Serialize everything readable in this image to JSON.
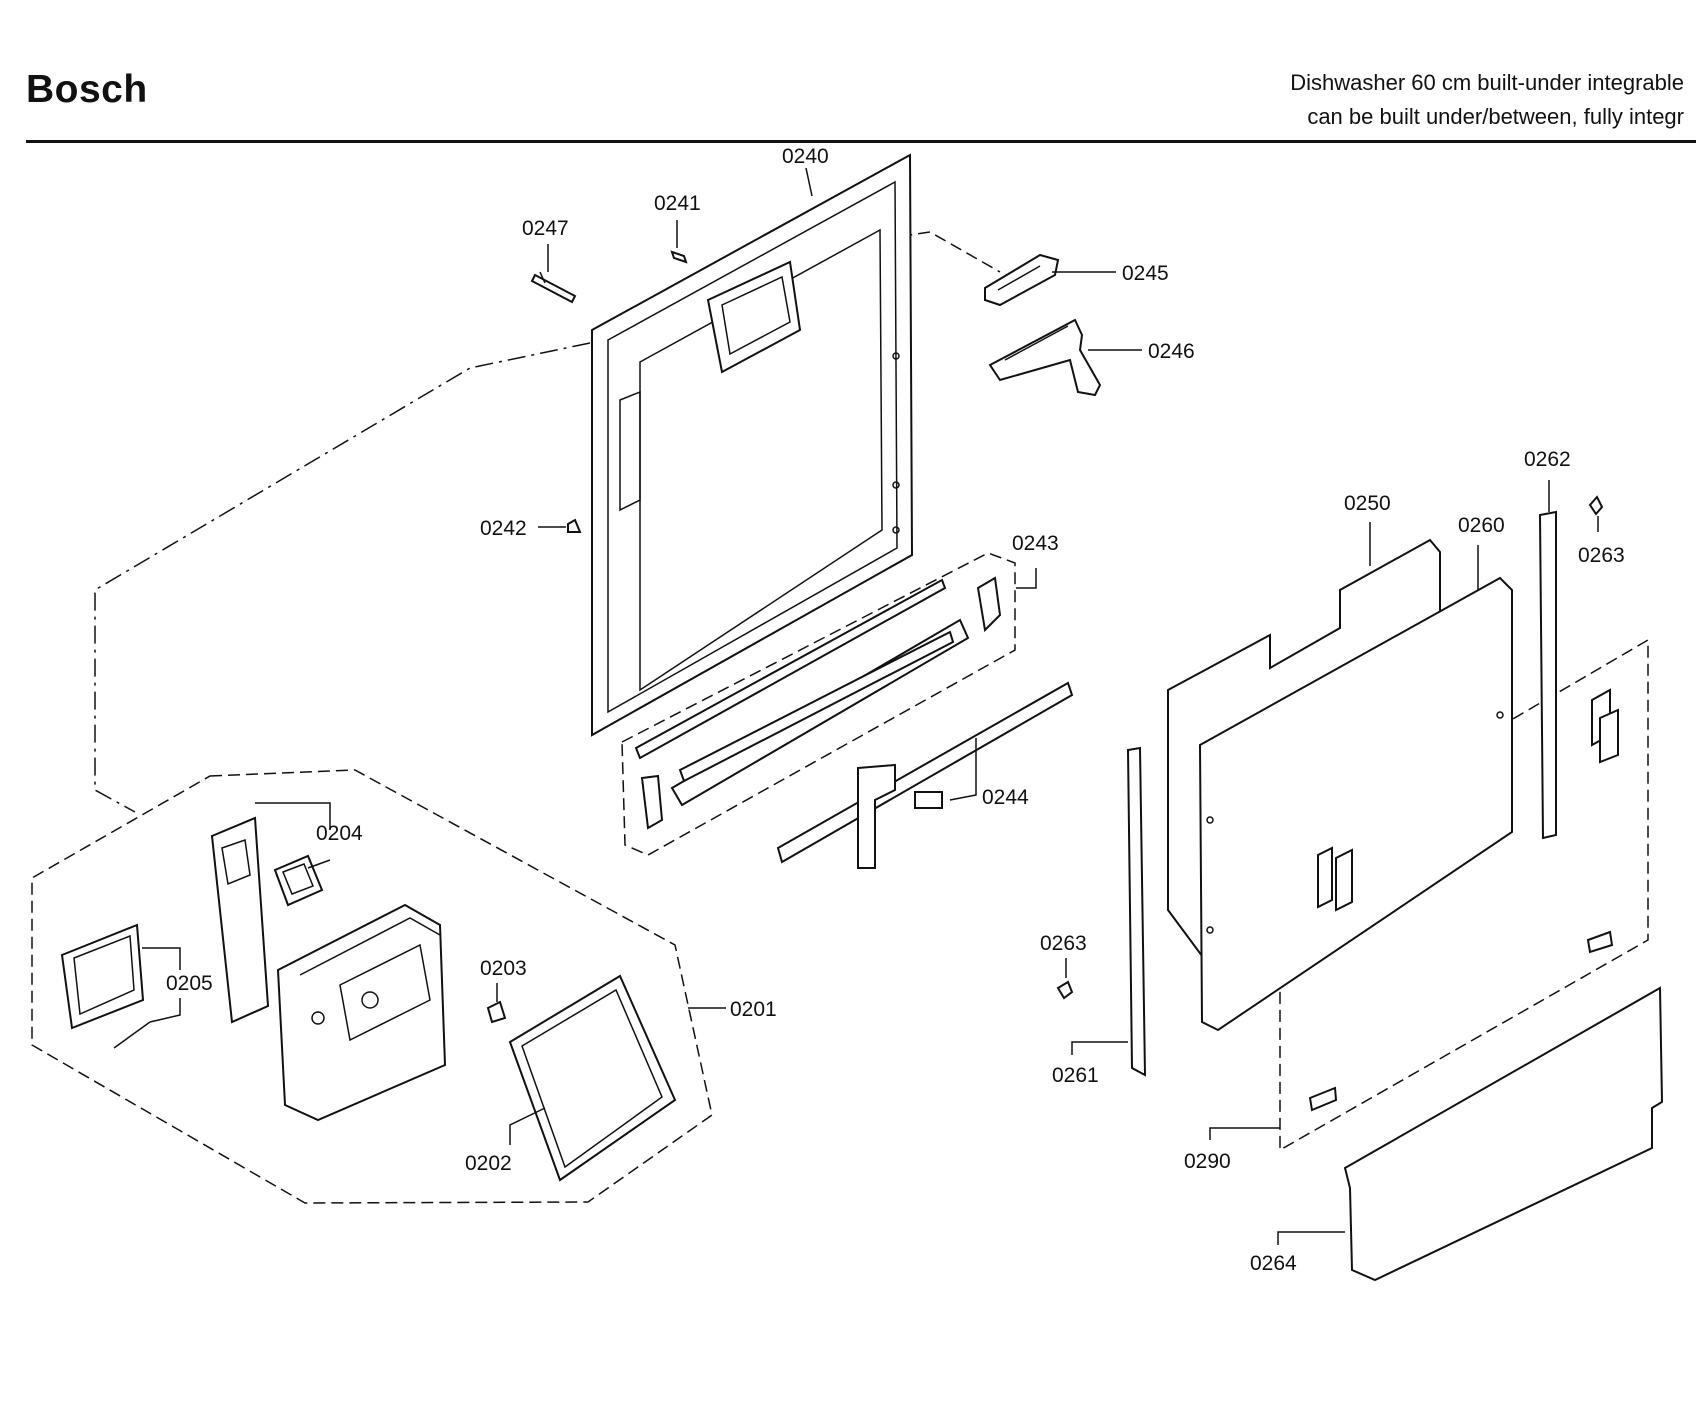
{
  "header": {
    "brand": "Bosch",
    "subtitle_line1": "Dishwasher 60 cm built-under integrable",
    "subtitle_line2": "can be built under/between, fully integr"
  },
  "callouts": {
    "p0240": "0240",
    "p0241": "0241",
    "p0247": "0247",
    "p0245": "0245",
    "p0246": "0246",
    "p0242": "0242",
    "p0243": "0243",
    "p0244": "0244",
    "p0262": "0262",
    "p0250": "0250",
    "p0260": "0260",
    "p0263a": "0263",
    "p0263b": "0263",
    "p0261": "0261",
    "p0290": "0290",
    "p0264": "0264",
    "p0204": "0204",
    "p0205": "0205",
    "p0203": "0203",
    "p0201": "0201",
    "p0202": "0202"
  }
}
